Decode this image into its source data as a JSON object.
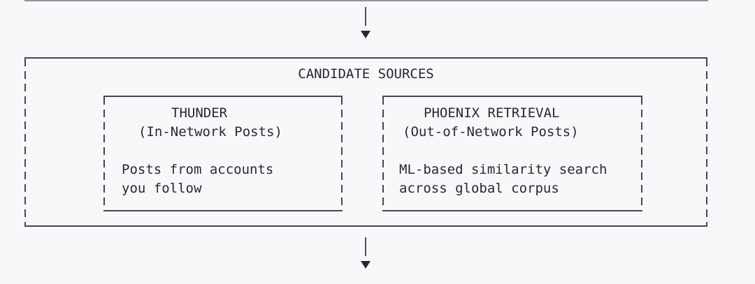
{
  "colors": {
    "background": "#f7f8f9",
    "box_line": "#43484f",
    "text": "#26292e",
    "clipped_edge_line": "#90959c"
  },
  "connectors": {
    "top": {
      "icon": "arrow-down"
    },
    "bottom": {
      "icon": "arrow-down"
    }
  },
  "diagram": {
    "title": "CANDIDATE SOURCES",
    "sources": [
      {
        "name": "THUNDER",
        "subtitle": "(In-Network Posts)",
        "description_lines": [
          "Posts from accounts",
          "you follow"
        ]
      },
      {
        "name": "PHOENIX RETRIEVAL",
        "subtitle": "(Out-of-Network Posts)",
        "description_lines": [
          "ML-based similarity search",
          "across global corpus"
        ]
      }
    ]
  }
}
